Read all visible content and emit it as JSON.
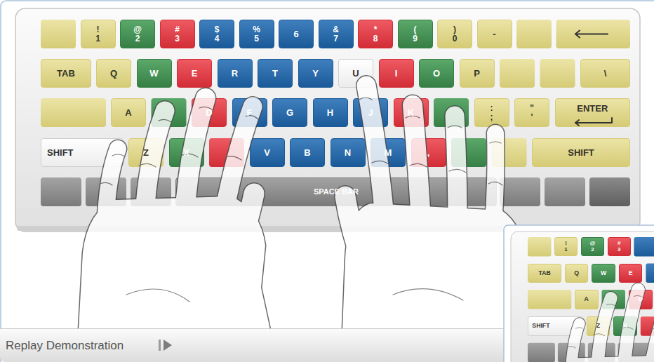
{
  "diagram": {
    "nodes": [
      {
        "text": [
          "!",
          "1"
        ]
      },
      {
        "text": [
          "@",
          "2"
        ]
      },
      {
        "text": [
          "#",
          "3"
        ]
      },
      {
        "text": [
          "$",
          "4"
        ]
      },
      {
        "text": [
          "%",
          "5"
        ]
      },
      {
        "text": [
          "6"
        ]
      },
      {
        "text": [
          "&",
          "7"
        ]
      },
      {
        "text": [
          "*",
          "8"
        ]
      },
      {
        "text": [
          "(",
          "9"
        ]
      },
      {
        "text": [
          ")",
          "0"
        ]
      },
      {
        "text": [
          "-"
        ]
      },
      {
        "text": [
          "TAB"
        ]
      },
      {
        "text": [
          "Q"
        ]
      },
      {
        "text": [
          "W"
        ]
      },
      {
        "text": [
          "E"
        ]
      },
      {
        "text": [
          "R"
        ]
      },
      {
        "text": [
          "T"
        ]
      },
      {
        "text": [
          "Y"
        ]
      },
      {
        "text": [
          "U"
        ]
      },
      {
        "text": [
          "I"
        ]
      },
      {
        "text": [
          "O"
        ]
      },
      {
        "text": [
          "P"
        ]
      },
      {
        "text": [
          "\\"
        ]
      },
      {
        "text": [
          "A"
        ]
      },
      {
        "text": [
          "D"
        ]
      },
      {
        "text": [
          "F"
        ]
      },
      {
        "text": [
          "G"
        ]
      },
      {
        "text": [
          "H"
        ]
      },
      {
        "text": [
          "J"
        ]
      },
      {
        "text": [
          "K"
        ]
      },
      {
        "text": [
          ":",
          ";"
        ]
      },
      {
        "text": [
          "\"",
          "'"
        ]
      },
      {
        "text": [
          "ENTER"
        ]
      },
      {
        "text": [
          "SHIFT"
        ]
      },
      {
        "text": [
          "Z"
        ]
      },
      {
        "text": [
          "X"
        ]
      },
      {
        "text": [
          "V"
        ]
      },
      {
        "text": [
          "B"
        ]
      },
      {
        "text": [
          "N"
        ]
      },
      {
        "text": [
          "M"
        ]
      },
      {
        "text": [
          ","
        ]
      },
      {
        "text": [
          "SHIFT"
        ]
      },
      {
        "text": [
          "SPACE BAR"
        ]
      },
      {
        "text": [
          "Replay Demonstration"
        ]
      },
      {
        "text": [
          "!",
          "1"
        ]
      },
      {
        "text": [
          "@",
          "2"
        ]
      },
      {
        "text": [
          "#",
          "3"
        ]
      },
      {
        "text": [
          "TAB"
        ]
      },
      {
        "text": [
          "Q"
        ]
      },
      {
        "text": [
          "W"
        ]
      },
      {
        "text": [
          "E"
        ]
      },
      {
        "text": [
          "A"
        ]
      },
      {
        "text": [
          "D"
        ]
      },
      {
        "text": [
          "SHIFT"
        ]
      },
      {
        "text": [
          "Z"
        ]
      },
      {
        "text": [
          "X"
        ]
      }
    ]
  }
}
